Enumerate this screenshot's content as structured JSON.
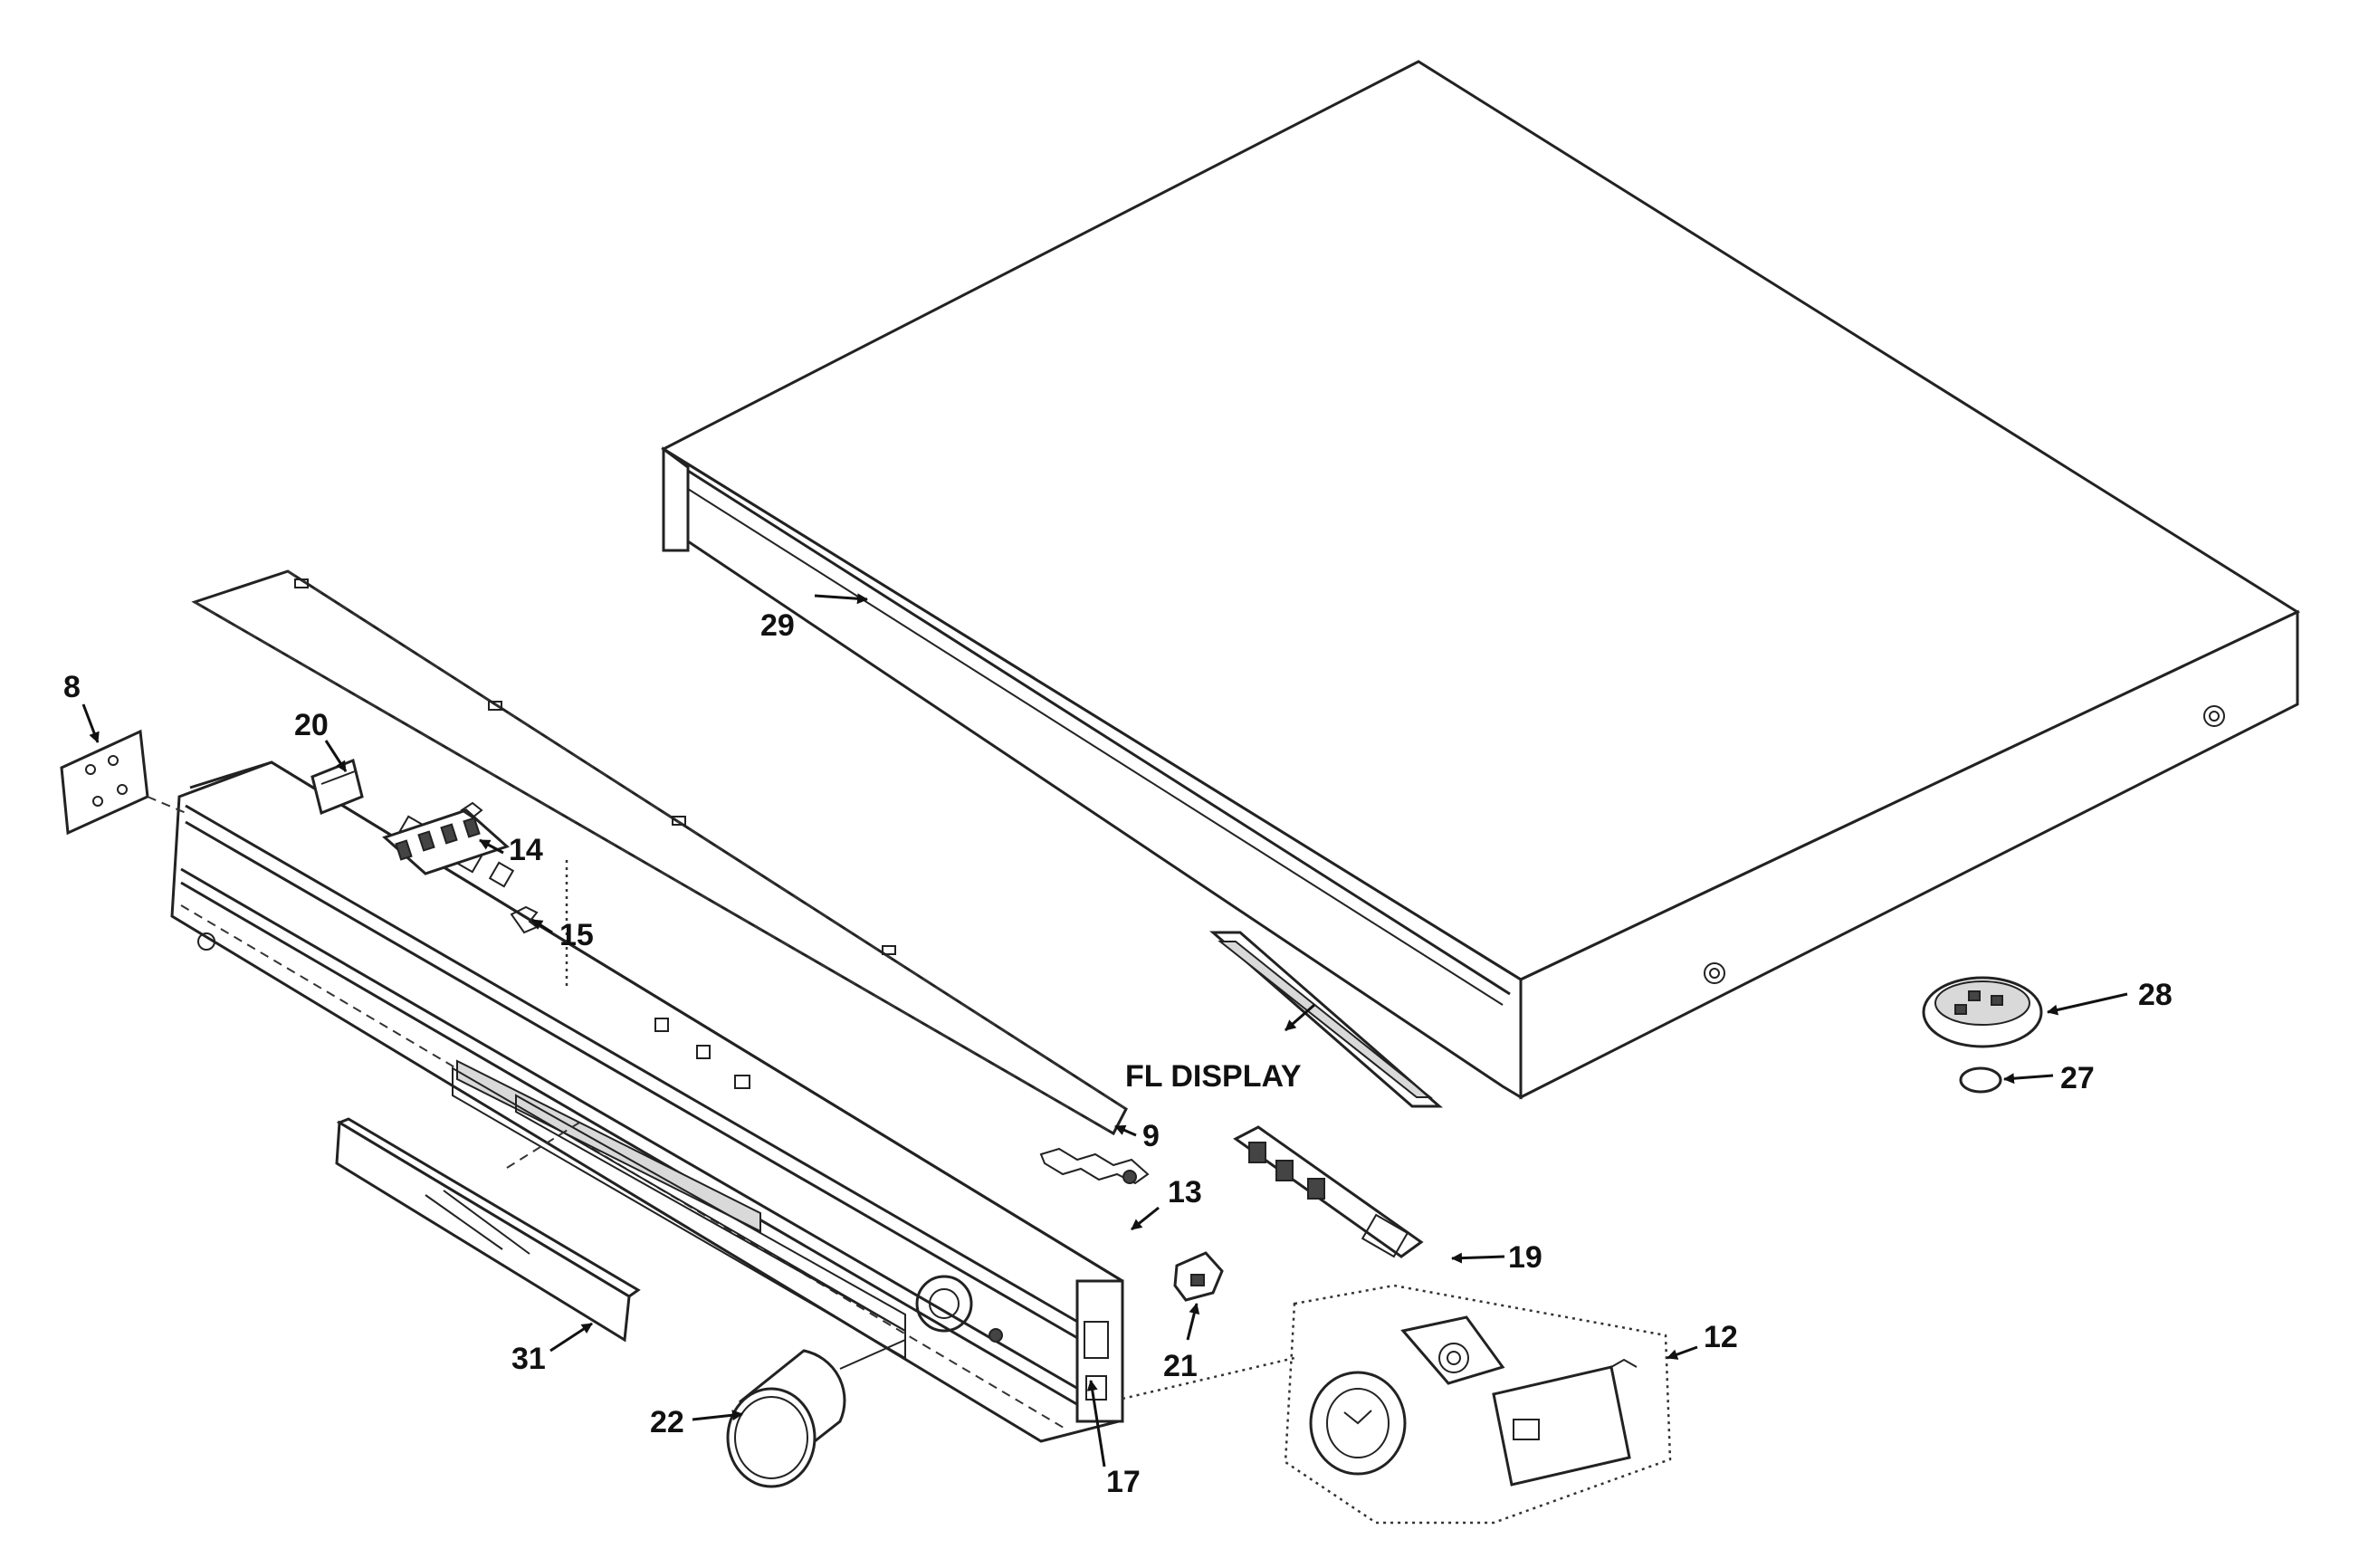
{
  "diagram": {
    "callouts": {
      "p8": "8",
      "p9": "9",
      "p12": "12",
      "p13": "13",
      "p14": "14",
      "p15": "15",
      "p17": "17",
      "p19": "19",
      "p20": "20",
      "p21": "21",
      "p22": "22",
      "p27": "27",
      "p28": "28",
      "p29": "29",
      "p31": "31",
      "fl_display": "FL DISPLAY"
    }
  }
}
